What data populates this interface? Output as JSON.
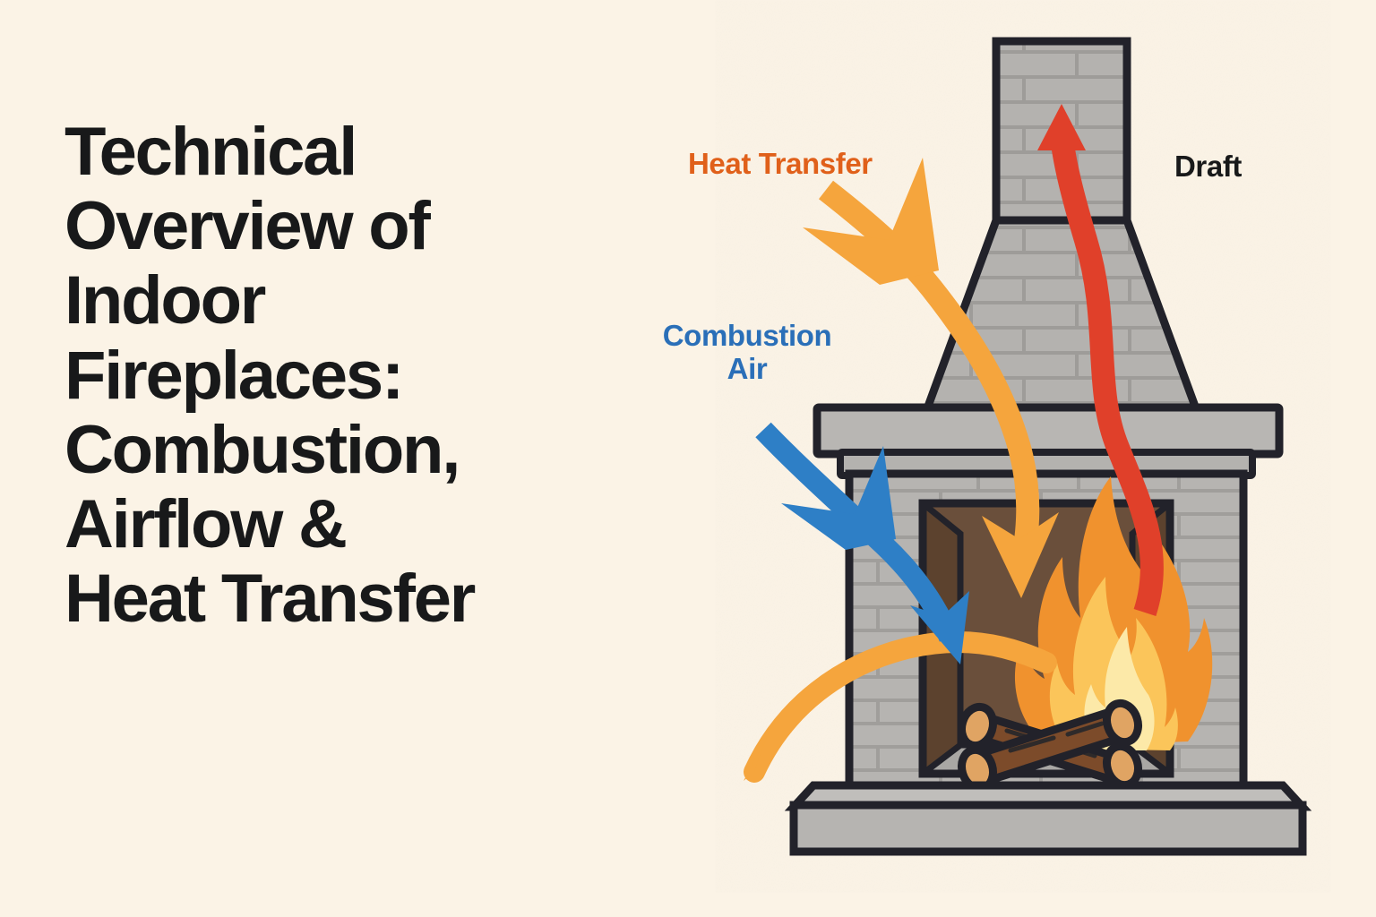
{
  "page": {
    "background_color": "#fbf3e6",
    "title": "Technical Overview of\nIndoor\nFireplaces:\nCombustion,\nAirflow &\nHeat Transfer",
    "title_color": "#18191a"
  },
  "diagram": {
    "subject": "indoor-masonry-fireplace-cutaway",
    "labels": [
      {
        "id": "heat-transfer",
        "text": "Heat Transfer",
        "color": "#e0601a",
        "arrow": "orange-curved-arrow-into-firebox"
      },
      {
        "id": "combustion-air",
        "text": "Combustion\nAir",
        "color": "#2a6fb8",
        "arrow": "blue-curved-arrow-into-firebox"
      },
      {
        "id": "draft",
        "text": "Draft",
        "color": "#18191a",
        "arrow": "red-curved-arrow-up-the-flue"
      }
    ],
    "colors": {
      "brick_fill": "#b2b0ad",
      "brick_fill_light": "#bfbdba",
      "mortar_line": "#9c9a97",
      "outline": "#22242a",
      "mantel_fill": "#b6b4b1",
      "hearth_fill": "#b6b4b1",
      "firebox_interior": "#6b4f3a",
      "firebox_side_wall": "#5d4432",
      "firebox_floor": "#a9a7a4",
      "log_body": "#7b4b2a",
      "log_end": "#e0a464",
      "flame_outer": "#f0922f",
      "flame_mid": "#fbc55a",
      "flame_core": "#fce9a8",
      "heat_arrow": "#f5a53c",
      "air_arrow": "#2f7fc6",
      "draft_arrow": "#e0402c"
    },
    "parts": [
      "chimney-stack",
      "chimney-taper",
      "mantel-shelf",
      "mantel-trim",
      "fireplace-body",
      "firebox-opening",
      "firebox-back-wall",
      "firebox-floor",
      "logs",
      "flame",
      "hearth-base"
    ]
  }
}
